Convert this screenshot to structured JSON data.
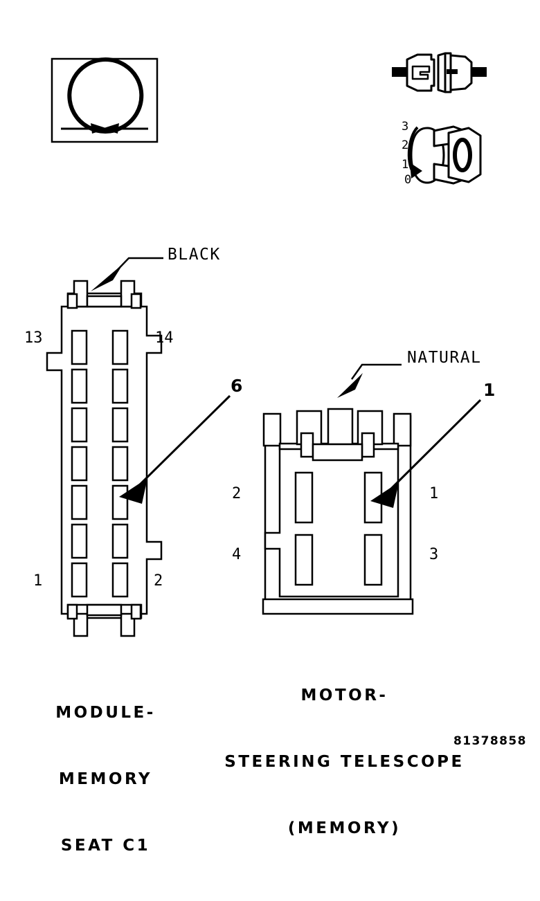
{
  "page": {
    "background_color": "#ffffff",
    "ink_color": "#000000",
    "part_code": "81378858"
  },
  "symbols": {
    "loop_box": {
      "name": "omega-loop-symbol",
      "description": "open loop symbol in rectangular box"
    },
    "inline_connector": {
      "name": "inline-connector-symbol",
      "description": "two-piece inline connector with cable stubs"
    },
    "rotary_switch": {
      "name": "rotary-position-symbol",
      "positions": [
        "3",
        "2",
        "1",
        "0"
      ]
    }
  },
  "connectors": [
    {
      "id": "module-memory-seat-c1",
      "caption_lines": [
        "MODULE-",
        "MEMORY",
        "SEAT C1"
      ],
      "wire_color_label": "BLACK",
      "corner_pins": {
        "top_left": "13",
        "top_right": "14",
        "bottom_left": "1",
        "bottom_right": "2"
      },
      "callout": "6",
      "cavity_rows": 7,
      "cavity_columns": 2
    },
    {
      "id": "motor-steering-telescope-memory",
      "caption_lines": [
        "MOTOR-",
        "STEERING TELESCOPE",
        "(MEMORY)"
      ],
      "wire_color_label": "NATURAL",
      "corner_pins": {
        "top_left": "2",
        "top_right": "1",
        "bottom_left": "4",
        "bottom_right": "3"
      },
      "callout": "1",
      "cavity_rows": 2,
      "cavity_columns": 2
    }
  ]
}
